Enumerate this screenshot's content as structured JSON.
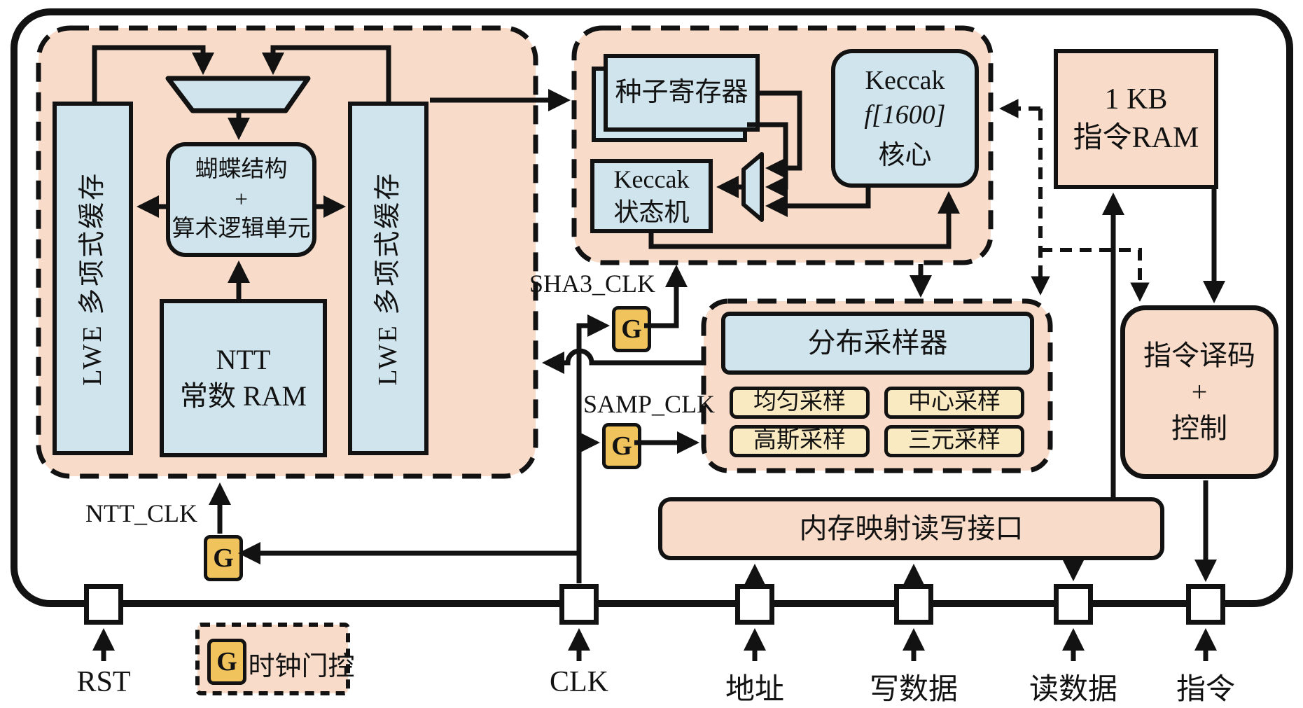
{
  "diagram": {
    "left_cluster": {
      "lwe_cache_left": "LWE 多项式缓存",
      "lwe_cache_right": "LWE 多项式缓存",
      "butterfly_line1": "蝴蝶结构",
      "butterfly_line2": "+",
      "butterfly_line3": "算术逻辑单元",
      "ntt_ram_line1": "NTT",
      "ntt_ram_line2": "常数 RAM"
    },
    "keccak_cluster": {
      "seed_register": "种子寄存器",
      "state_machine_line1": "Keccak",
      "state_machine_line2": "状态机",
      "core_line1": "Keccak",
      "core_line2": "f[1600]",
      "core_line3": "核心"
    },
    "sampler_cluster": {
      "title": "分布采样器",
      "uniform": "均匀采样",
      "central": "中心采样",
      "gaussian": "高斯采样",
      "ternary": "三元采样"
    },
    "instruction_ram": {
      "line1": "1 KB",
      "line2": "指令RAM"
    },
    "decoder": {
      "line1": "指令译码",
      "line2": "+",
      "line3": "控制"
    },
    "mmio": "内存映射读写接口",
    "clock_labels": {
      "ntt": "NTT_CLK",
      "sha3": "SHA3_CLK",
      "samp": "SAMP_CLK"
    },
    "gate_label": "G",
    "legend": {
      "g": "G",
      "text": ":时钟门控"
    },
    "ports": [
      "RST",
      "CLK",
      "地址",
      "写数据",
      "读数据",
      "指令"
    ],
    "colors": {
      "container_fill": "#f8dcc9",
      "block_blue": "#cfe4ed",
      "sampler_yellow": "#faeac2",
      "gate_gold": "#f0c35c",
      "line": "#121212"
    }
  }
}
